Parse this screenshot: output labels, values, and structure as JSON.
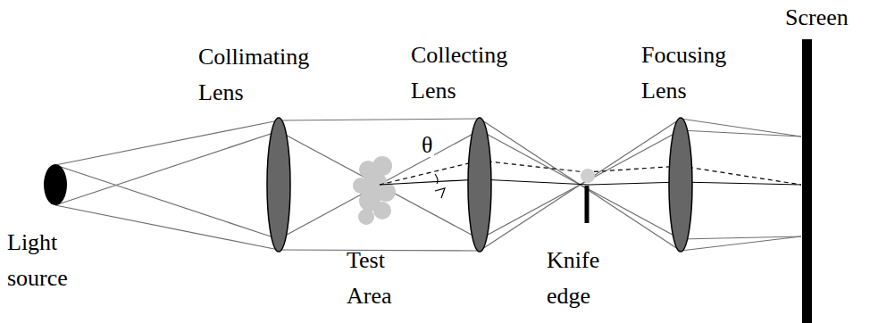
{
  "diagram": {
    "labels": [
      "Collimating Lens",
      "Collecting Lens",
      "Focusing Lens",
      "Screen",
      "Light source",
      "Test Area",
      "Knife edge",
      "θ"
    ]
  }
}
